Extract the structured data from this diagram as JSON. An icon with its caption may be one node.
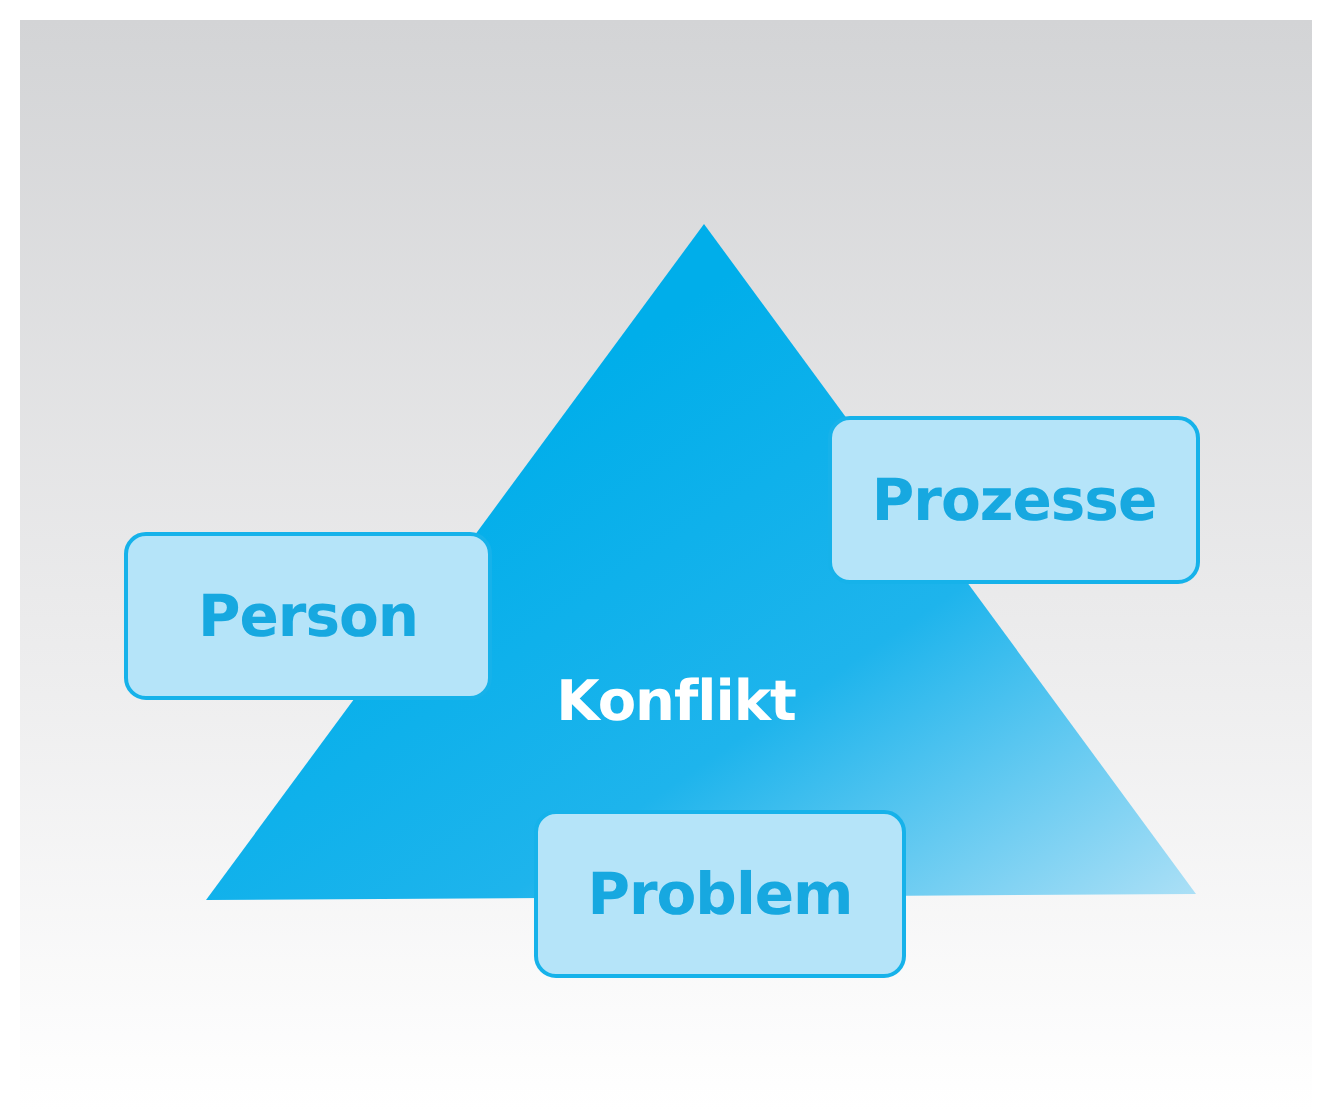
{
  "diagram": {
    "nodes": [
      {
        "text": [
          "Konflikt"
        ]
      },
      {
        "text": [
          "Person"
        ]
      },
      {
        "text": [
          "Prozesse"
        ]
      },
      {
        "text": [
          "Problem"
        ]
      }
    ]
  }
}
